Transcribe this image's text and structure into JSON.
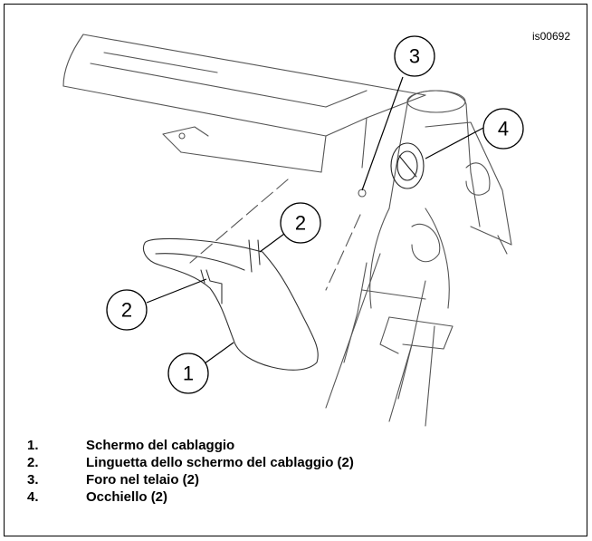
{
  "figure": {
    "id_label": "is00692",
    "callouts": [
      "1",
      "2",
      "2",
      "3",
      "4"
    ]
  },
  "legend": [
    {
      "number": "1.",
      "text": "Schermo del cablaggio"
    },
    {
      "number": "2.",
      "text": "Linguetta dello schermo del cablaggio (2)"
    },
    {
      "number": "3.",
      "text": "Foro nel telaio (2)"
    },
    {
      "number": "4.",
      "text": "Occhiello (2)"
    }
  ]
}
